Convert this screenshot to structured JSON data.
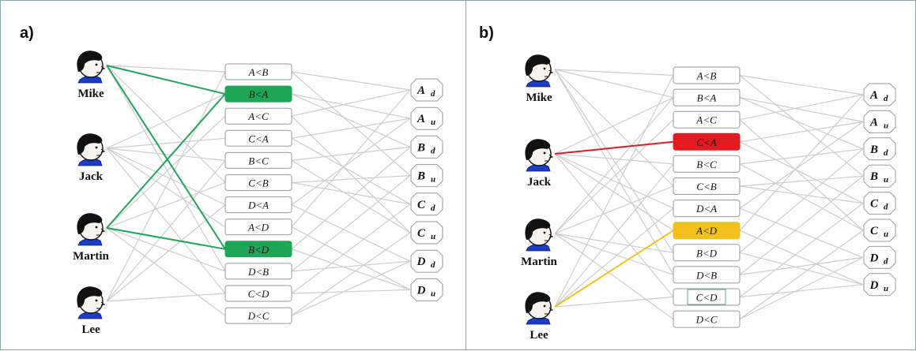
{
  "colors": {
    "edge": "#cccccc",
    "green": "#1fa558",
    "red": "#e21b23",
    "yellow": "#f2c01e",
    "box_border": "#9a9a9a",
    "box_inner_highlight": "#5aa88a"
  },
  "panel_a": {
    "label": "a)",
    "people": [
      "Mike",
      "Jack",
      "Martin",
      "Lee"
    ],
    "prefs": [
      "A<B",
      "B<A",
      "A<C",
      "C<A",
      "B<C",
      "C<B",
      "D<A",
      "A<D",
      "B<D",
      "D<B",
      "C<D",
      "D<C"
    ],
    "nodes": [
      {
        "base": "A",
        "sub": "d"
      },
      {
        "base": "A",
        "sub": "u"
      },
      {
        "base": "B",
        "sub": "d"
      },
      {
        "base": "B",
        "sub": "u"
      },
      {
        "base": "C",
        "sub": "d"
      },
      {
        "base": "C",
        "sub": "u"
      },
      {
        "base": "D",
        "sub": "d"
      },
      {
        "base": "D",
        "sub": "u"
      }
    ],
    "box_fills": [
      {
        "index": 1,
        "color": "green"
      },
      {
        "index": 8,
        "color": "green"
      }
    ],
    "highlighted_edges": [
      {
        "person": 0,
        "pref": 1,
        "color": "green"
      },
      {
        "person": 0,
        "pref": 8,
        "color": "green"
      },
      {
        "person": 2,
        "pref": 1,
        "color": "green"
      },
      {
        "person": 2,
        "pref": 8,
        "color": "green"
      }
    ]
  },
  "panel_b": {
    "label": "b)",
    "people": [
      "Mike",
      "Jack",
      "Martin",
      "Lee"
    ],
    "prefs": [
      "A<B",
      "B<A",
      "A<C",
      "C<A",
      "B<C",
      "C<B",
      "D<A",
      "A<D",
      "B<D",
      "D<B",
      "C<D",
      "D<C"
    ],
    "nodes": [
      {
        "base": "A",
        "sub": "d"
      },
      {
        "base": "A",
        "sub": "u"
      },
      {
        "base": "B",
        "sub": "d"
      },
      {
        "base": "B",
        "sub": "u"
      },
      {
        "base": "C",
        "sub": "d"
      },
      {
        "base": "C",
        "sub": "u"
      },
      {
        "base": "D",
        "sub": "d"
      },
      {
        "base": "D",
        "sub": "u"
      }
    ],
    "box_fills": [
      {
        "index": 3,
        "color": "red"
      },
      {
        "index": 7,
        "color": "yellow"
      }
    ],
    "inner_box": 10,
    "highlighted_edges": [
      {
        "person": 1,
        "pref": 3,
        "color": "red"
      },
      {
        "person": 3,
        "pref": 7,
        "color": "yellow"
      }
    ]
  }
}
